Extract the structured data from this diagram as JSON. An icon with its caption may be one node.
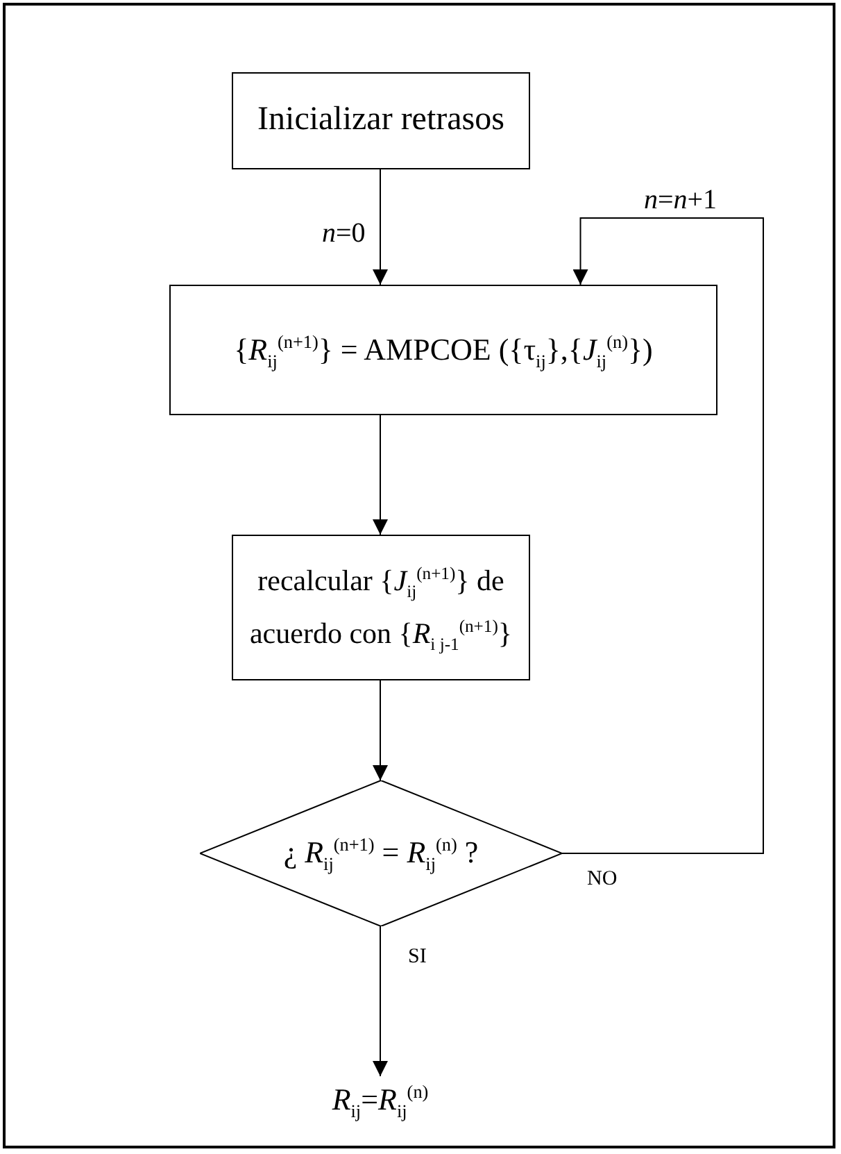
{
  "diagram": {
    "nodes": [
      {
        "text": [
          "Inicializar retrasos"
        ]
      },
      {
        "text": [
          "{*R*$_{ij}$$^{(n+1)}$} = AMPCOE ({τ$_{ij}$},{*J*$_{ij}$$^{(n)}$})"
        ]
      },
      {
        "text": [
          "recalcular {*J*$_{ij}$$^{(n+1)}$} de acuerdo con {*R*$_{i j-1}$$^{(n+1)}$}"
        ]
      },
      {
        "text": [
          "¿ *R*$_{ij}$$^{(n+1)}$ = *R*$_{ij}$$^{(n)}$ ?"
        ]
      },
      {
        "text": [
          "*R*$_{ij}$=*R*$_{ij}$$^{(n)}$"
        ]
      }
    ],
    "edges": [
      {
        "from": 0,
        "to": 1,
        "arrow": "to",
        "label": "*n*=0"
      },
      {
        "from": 1,
        "to": 2,
        "arrow": "to"
      },
      {
        "from": 2,
        "to": 3,
        "arrow": "to"
      },
      {
        "from": 3,
        "to": 4,
        "arrow": "to",
        "label": "SI"
      },
      {
        "from": 3,
        "to": 1,
        "arrow": "to",
        "label": "NO"
      }
    ],
    "labels": [
      "*n*=*n*+1"
    ]
  }
}
